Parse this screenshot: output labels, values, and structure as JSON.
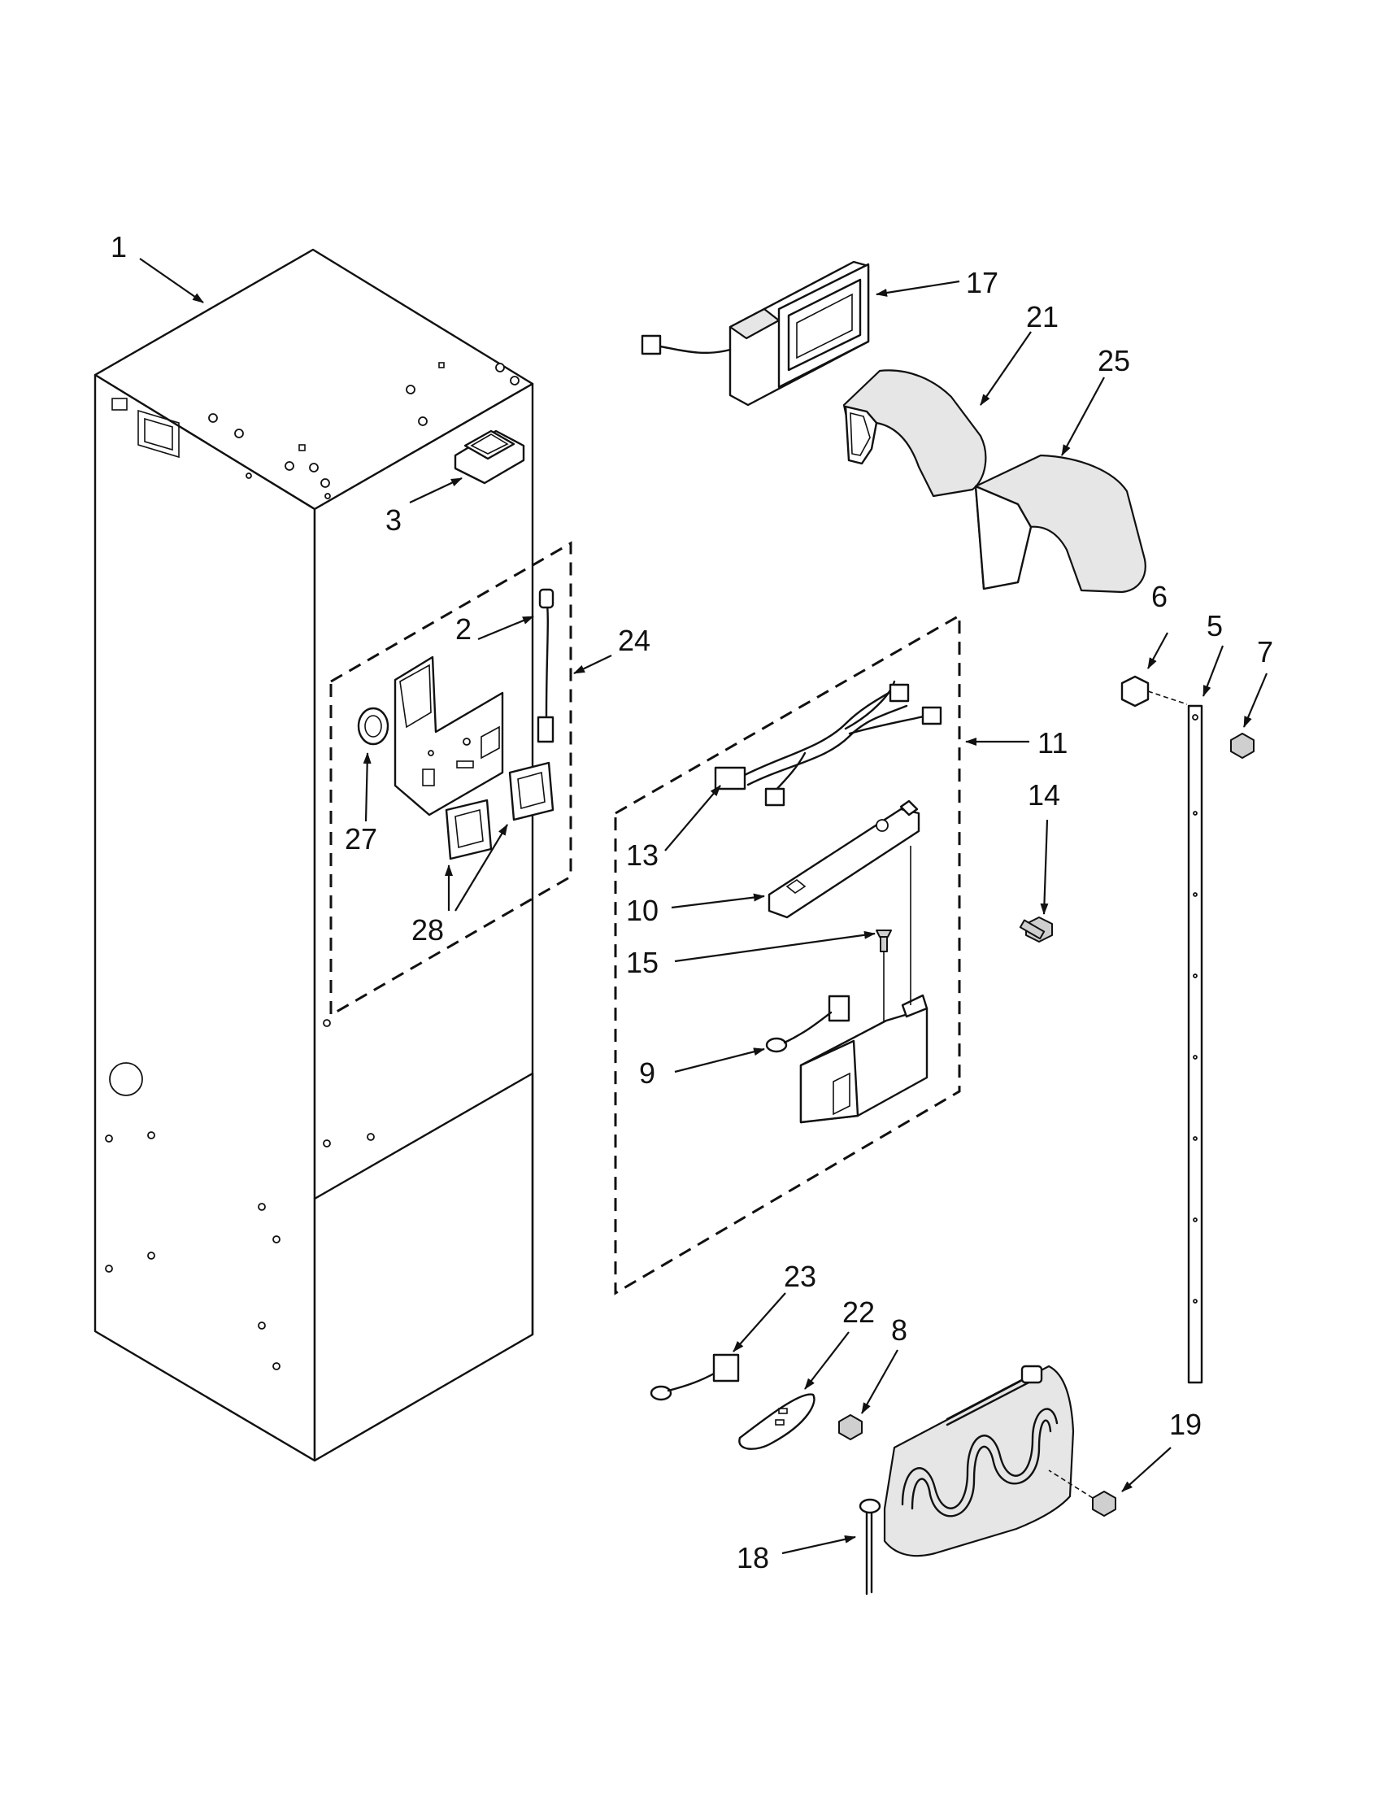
{
  "callouts": [
    {
      "id": "c1",
      "label": "1"
    },
    {
      "id": "c2",
      "label": "2"
    },
    {
      "id": "c3",
      "label": "3"
    },
    {
      "id": "c5",
      "label": "5"
    },
    {
      "id": "c6",
      "label": "6"
    },
    {
      "id": "c7",
      "label": "7"
    },
    {
      "id": "c8",
      "label": "8"
    },
    {
      "id": "c9",
      "label": "9"
    },
    {
      "id": "c10",
      "label": "10"
    },
    {
      "id": "c11",
      "label": "11"
    },
    {
      "id": "c13",
      "label": "13"
    },
    {
      "id": "c14",
      "label": "14"
    },
    {
      "id": "c15",
      "label": "15"
    },
    {
      "id": "c17",
      "label": "17"
    },
    {
      "id": "c18",
      "label": "18"
    },
    {
      "id": "c19",
      "label": "19"
    },
    {
      "id": "c21",
      "label": "21"
    },
    {
      "id": "c22",
      "label": "22"
    },
    {
      "id": "c23",
      "label": "23"
    },
    {
      "id": "c24",
      "label": "24"
    },
    {
      "id": "c25",
      "label": "25"
    },
    {
      "id": "c27",
      "label": "27"
    },
    {
      "id": "c28",
      "label": "28"
    }
  ]
}
